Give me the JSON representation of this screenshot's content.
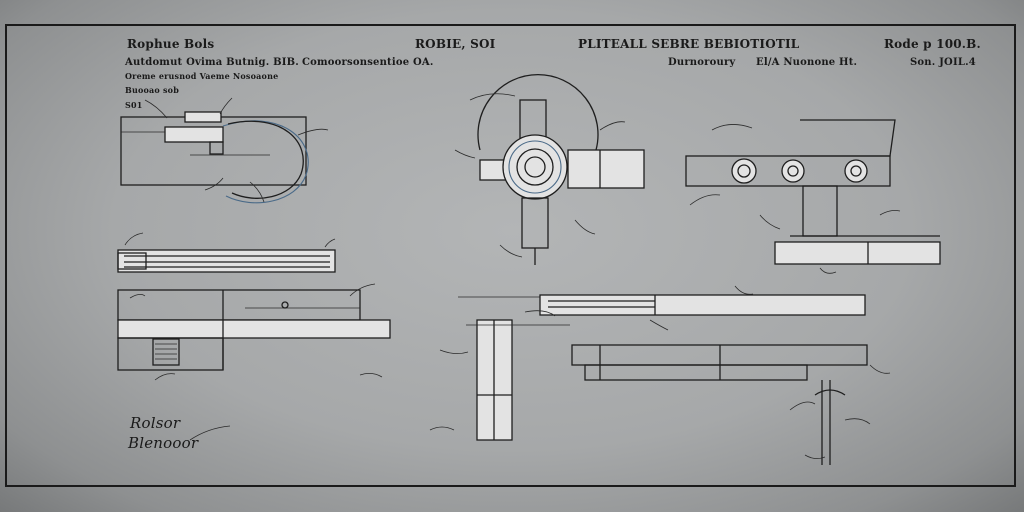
{
  "sheet": {
    "header_left": "Rophue Bols",
    "header_center_left": "ROBIE, SOI",
    "header_center": "PLITEALL SEBRE BEBIOTIOTIL",
    "header_right": "Rode p 100.B.",
    "sub_left_1": "Autdomut Ovima Butnig. BIB.",
    "sub_left_2": "Comoorsonsentioe OA.",
    "sub_left_3": "Oreme erusnod Vaeme Nosoaone",
    "sub_center": "Durnoroury",
    "sub_center_2": "El/A Nuonone Ht.",
    "sub_right": "Son. JOIL.4",
    "small_label_1": "Buooao sob",
    "small_label_2": "S01",
    "signature_line_1": "Rolsor",
    "signature_line_2": "Blenooor"
  }
}
